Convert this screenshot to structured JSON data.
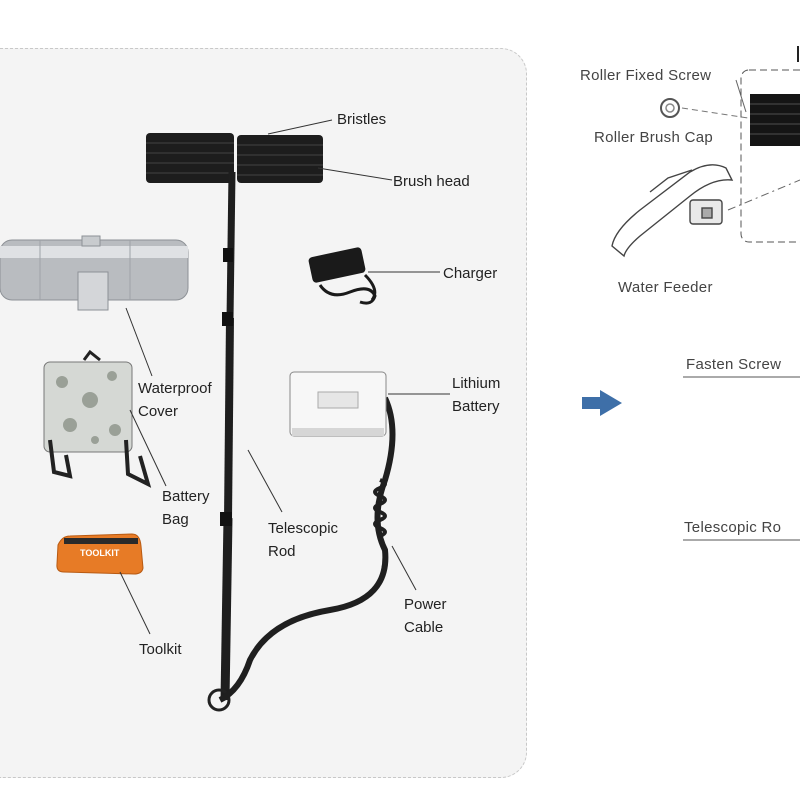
{
  "left_panel": {
    "labels": {
      "bristles": "Bristles",
      "brush_head": "Brush head",
      "charger": "Charger",
      "waterproof_cover": [
        "Waterproof",
        "Cover"
      ],
      "lithium_battery": [
        "Lithium",
        "Battery"
      ],
      "battery_bag": [
        "Battery",
        "Bag"
      ],
      "telescopic_rod": [
        "Telescopic",
        "Rod"
      ],
      "power_cable": [
        "Power",
        "Cable"
      ],
      "toolkit": "Toolkit"
    },
    "toolkit_bag_text": "TOOLKIT"
  },
  "right_panel": {
    "labels": {
      "roller_fixed_screw": "Roller Fixed Screw",
      "roller_brush_cap": "Roller Brush Cap",
      "water_feeder": "Water Feeder",
      "fasten_screw": "Fasten Screw",
      "telescopic_rod": "Telescopic Ro"
    }
  },
  "colors": {
    "panel_bg": "#f4f4f4",
    "arrow": "#3e6fa8",
    "leader_line": "#333333"
  }
}
